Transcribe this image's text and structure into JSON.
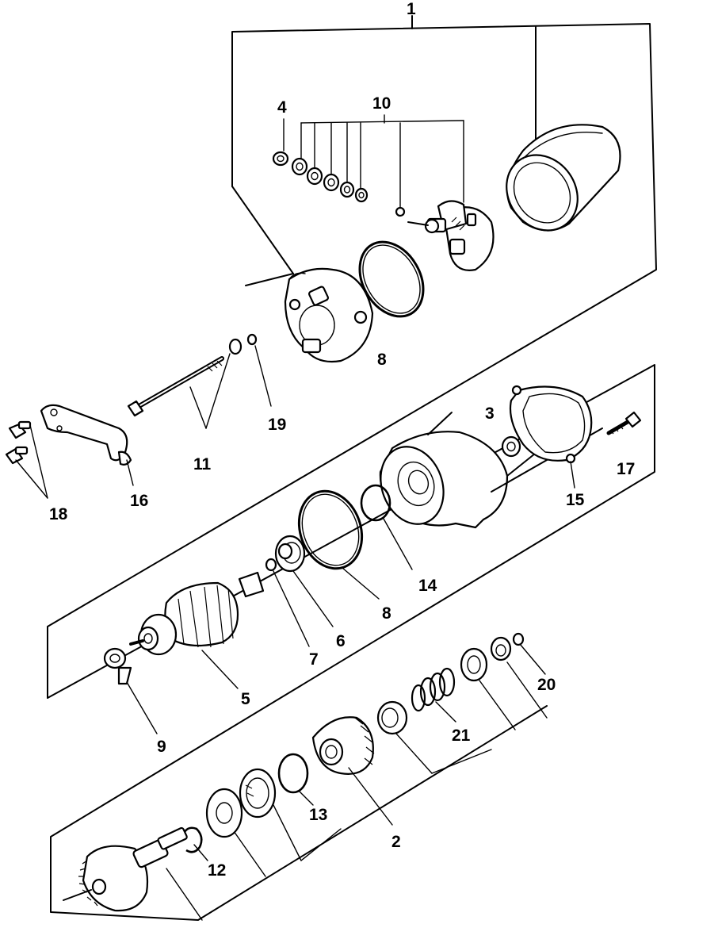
{
  "callouts": {
    "c1": "1",
    "c2": "2",
    "c3": "3",
    "c4": "4",
    "c5": "5",
    "c6": "6",
    "c7": "7",
    "c8a": "8",
    "c8b": "8",
    "c9": "9",
    "c10": "10",
    "c11": "11",
    "c12": "12",
    "c13": "13",
    "c14": "14",
    "c15": "15",
    "c16": "16",
    "c17": "17",
    "c18": "18",
    "c19": "19",
    "c20": "20",
    "c21": "21"
  }
}
